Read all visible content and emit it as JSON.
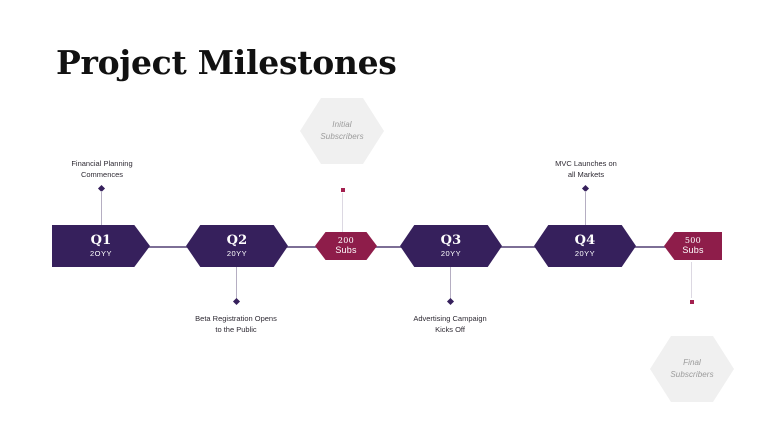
{
  "slide": {
    "title": "Project Milestones",
    "background": "#ffffff"
  },
  "colors": {
    "primary_purple": "#36205c",
    "accent_crimson": "#8e1d4a",
    "ghost_gray": "#f0f0f0",
    "spine": "#7d6f96",
    "text_dark": "#2e2a33",
    "ghost_text": "#9a9a9a"
  },
  "timeline": {
    "milestones": [
      {
        "id": "q1",
        "title": "Q1",
        "sub": "2OYY",
        "kind": "quarter",
        "shape": "clip-right"
      },
      {
        "id": "q2",
        "title": "Q2",
        "sub": "20YY",
        "kind": "quarter",
        "shape": "clip-both"
      },
      {
        "id": "subs200",
        "title": "200",
        "sub": "Subs",
        "kind": "subscribers",
        "shape": "clip-sub-both"
      },
      {
        "id": "q3",
        "title": "Q3",
        "sub": "20YY",
        "kind": "quarter",
        "shape": "clip-both"
      },
      {
        "id": "q4",
        "title": "Q4",
        "sub": "20YY",
        "kind": "quarter",
        "shape": "clip-both"
      },
      {
        "id": "subs500",
        "title": "500",
        "sub": "Subs",
        "kind": "subscribers",
        "shape": "clip-left"
      }
    ],
    "annotations": [
      {
        "id": "ann-q1",
        "text": "Financial Planning\nCommences",
        "position": "above"
      },
      {
        "id": "ann-q2",
        "text": "Beta Registration Opens\nto the Public",
        "position": "below"
      },
      {
        "id": "ann-q3",
        "text": "Advertising Campaign\nKicks Off",
        "position": "below"
      },
      {
        "id": "ann-q4",
        "text": "MVC Launches on\nall Markets",
        "position": "above"
      }
    ],
    "ghost_callouts": [
      {
        "id": "ghost-initial",
        "text": "Initial\nSubscribers",
        "position": "above"
      },
      {
        "id": "ghost-final",
        "text": "Final\nSubscribers",
        "position": "below"
      }
    ]
  }
}
